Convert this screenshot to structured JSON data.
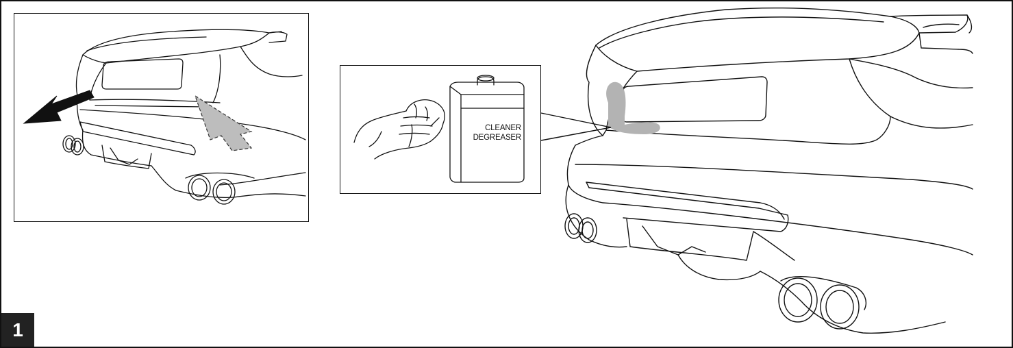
{
  "step": {
    "number": "1"
  },
  "cleaner_can": {
    "line1": "CLEANER",
    "line2": "DEGREASER"
  },
  "icons": [
    "arrow-icon",
    "hand-with-cloth-icon",
    "cleaner-can-icon"
  ],
  "colors": {
    "outline": "#111111",
    "shade": "#b3b3b3",
    "badge": "#222222"
  }
}
